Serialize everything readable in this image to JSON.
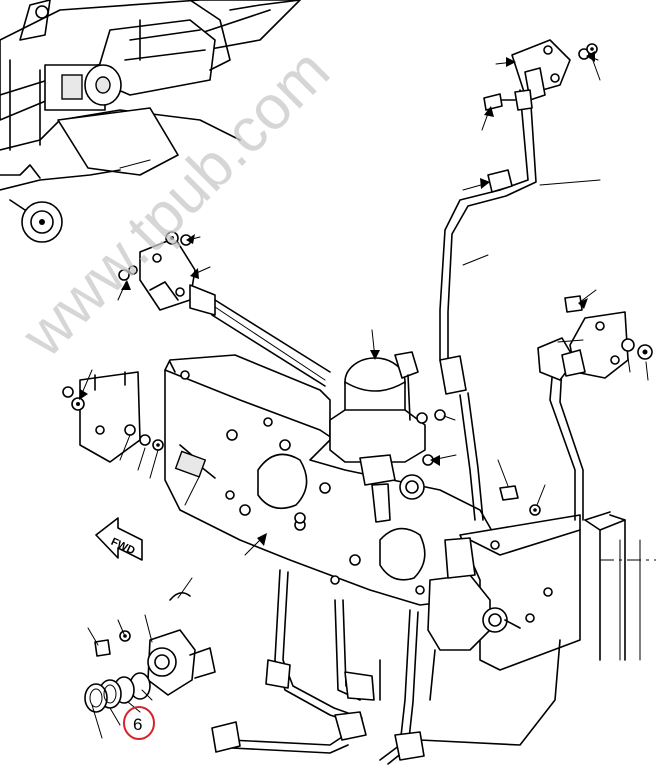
{
  "watermark": {
    "text": "www.tpub.com"
  },
  "forward_indicator": {
    "label": "FWD"
  },
  "callouts": [
    {
      "id": "item-6",
      "label": "6",
      "color": "#d6232a"
    }
  ],
  "colors": {
    "line": "#000000",
    "background": "#ffffff",
    "watermark": "#c9c9c9",
    "callout": "#d6232a"
  }
}
